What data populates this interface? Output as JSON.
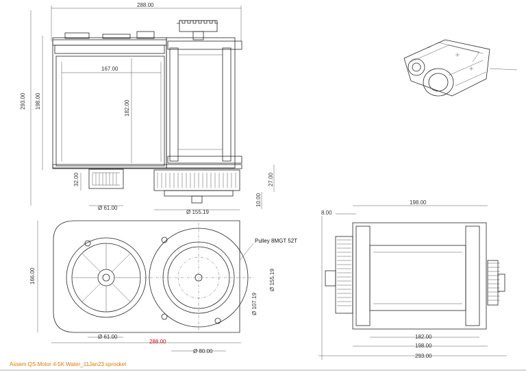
{
  "drawing_title": "Assem QS Motor 4-5K Water_11Jan23 sprocket",
  "front_view": {
    "overall_width": "288.00",
    "height_total": "293.00",
    "height_body": "198.00",
    "motor_width": "167.00",
    "motor_height": "182.00",
    "pulley_offset": "32.00",
    "pulley_dia": "Ø 61.00",
    "sprocket_dia": "Ø 155.19",
    "gap_right": "27.00",
    "gap_bottom": "10.00"
  },
  "side_view": {
    "height": "166.00",
    "pulley_label": "Pulley 8MGT 52T",
    "pulley_small_dia": "Ø 61.00",
    "overall_width_red": "288.00",
    "hub_dia": "Ø 80.00",
    "inner_dia": "Ø 107.19",
    "outer_dia": "Ø 155.19"
  },
  "top_view": {
    "top_width": "198.00",
    "left_offset": "8.00",
    "frame_inner": "182.00",
    "frame_mid": "198.00",
    "overall": "293.00"
  },
  "colors": {
    "line": "#222222",
    "dimension_text": "#333333",
    "title_orange": "#e07a00",
    "highlight_red": "#c8101e"
  }
}
